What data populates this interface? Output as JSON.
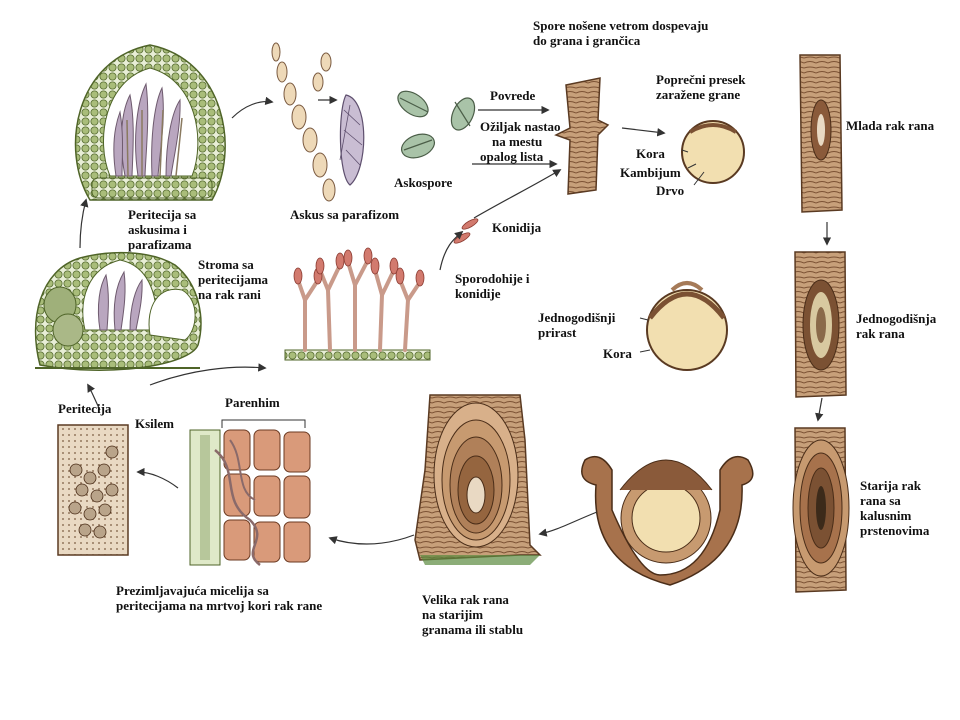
{
  "labels": {
    "spore_wind": [
      "Spore nošene vetrom dospevaju",
      "do grana i grančica"
    ],
    "povrede": "Povrede",
    "oziljak": [
      "Ožiljak nastao",
      "na mestu",
      "opalog lista"
    ],
    "askospore": "Askospore",
    "askus_parafiz": "Askus sa parafizom",
    "peritecija_askusi": [
      "Peritecija sa",
      "askusima i",
      "parafizama"
    ],
    "stroma": [
      "Stroma sa",
      "peritecijama",
      "na rak rani"
    ],
    "konidija": "Konidija",
    "sporodohije": [
      "Sporodohije i",
      "konidije"
    ],
    "poprecni_presek": [
      "Poprečni presek",
      "zaražene grane"
    ],
    "kora": "Kora",
    "kambijum": "Kambijum",
    "drvo": "Drvo",
    "mlada_rak_rana": "Mlada rak rana",
    "jednogodisnji_prirast": [
      "Jednogodišnji",
      "prirast"
    ],
    "kora2": "Kora",
    "jednogodisnja_rak_rana": [
      "Jednogodišnja",
      "rak rana"
    ],
    "starija_rak_rana": [
      "Starija rak",
      "rana sa",
      "kalusnim",
      "prstenovima"
    ],
    "peritecija": "Peritecija",
    "ksilem": "Ksilem",
    "parenhim": "Parenhim",
    "prezimljavajuca": [
      "Prezimljavajuća micelija sa",
      "peritecijama na mrtvoj kori rak rane"
    ],
    "velika_rak_rana": [
      "Velika rak rana",
      "na  starijim",
      "granama ili stablu"
    ]
  },
  "colors": {
    "spore_green": "#9cb36e",
    "bark_brown": "#8a5a3a",
    "wood_cream": "#f2dfb0",
    "hypha_pink": "#c99a8a",
    "arrow": "#333333"
  }
}
